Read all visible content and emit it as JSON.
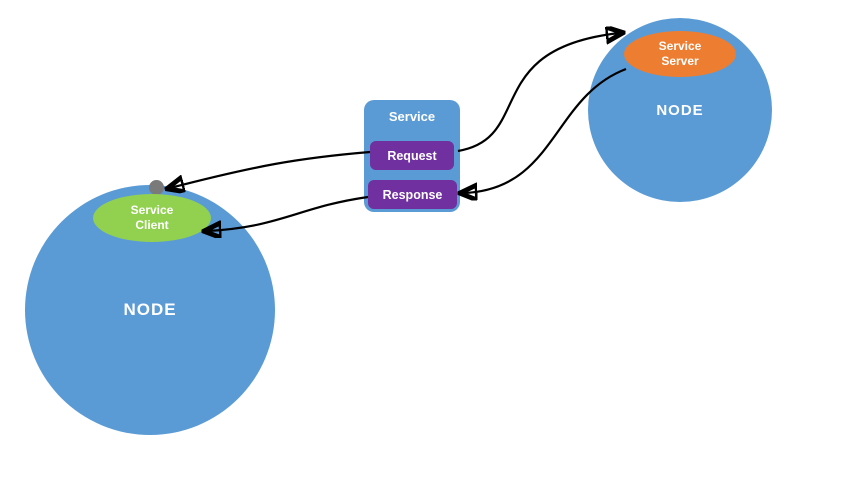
{
  "colors": {
    "background": "#ffffff",
    "node_blue": "#5b9bd5",
    "client_green": "#92d050",
    "server_orange": "#ed7d31",
    "action_purple": "#7030a0",
    "dot_gray": "#7a7a7a",
    "arrow_black": "#000000",
    "text_white": "#ffffff"
  },
  "left_node": {
    "label": "NODE",
    "client": {
      "line1": "Service",
      "line2": "Client"
    }
  },
  "right_node": {
    "label": "NODE",
    "server": {
      "line1": "Service",
      "line2": "Server"
    }
  },
  "service": {
    "title": "Service",
    "request_label": "Request",
    "response_label": "Response"
  }
}
